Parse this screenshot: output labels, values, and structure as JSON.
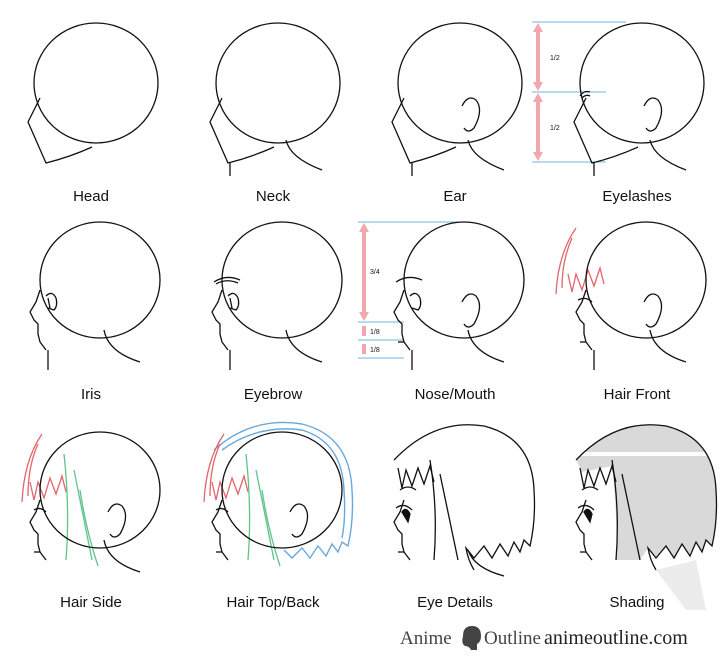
{
  "steps": [
    {
      "label": "Head"
    },
    {
      "label": "Neck"
    },
    {
      "label": "Ear"
    },
    {
      "label": "Eyelashes"
    },
    {
      "label": "Iris"
    },
    {
      "label": "Eyebrow"
    },
    {
      "label": "Nose/Mouth"
    },
    {
      "label": "Hair Front"
    },
    {
      "label": "Hair Side"
    },
    {
      "label": "Hair Top/Back"
    },
    {
      "label": "Eye Details"
    },
    {
      "label": "Shading"
    }
  ],
  "measurements": {
    "eyelashes": [
      "1/2",
      "1/2"
    ],
    "nose_mouth": [
      "3/4",
      "1/8",
      "1/8"
    ]
  },
  "colors": {
    "line": "#111111",
    "guide_pink": "#f2a7ae",
    "guide_blue": "#6fb7d9",
    "hair_front_red": "#e0656d",
    "hair_side_green": "#5fc48a",
    "hair_back_blue": "#6aa8dc",
    "shading_gray": "#d9d9d9"
  },
  "footer": {
    "brand_first": "Anime",
    "brand_second": "Outline",
    "logo_icon": "anime-head-silhouette-icon",
    "url": "animeoutline.com"
  }
}
